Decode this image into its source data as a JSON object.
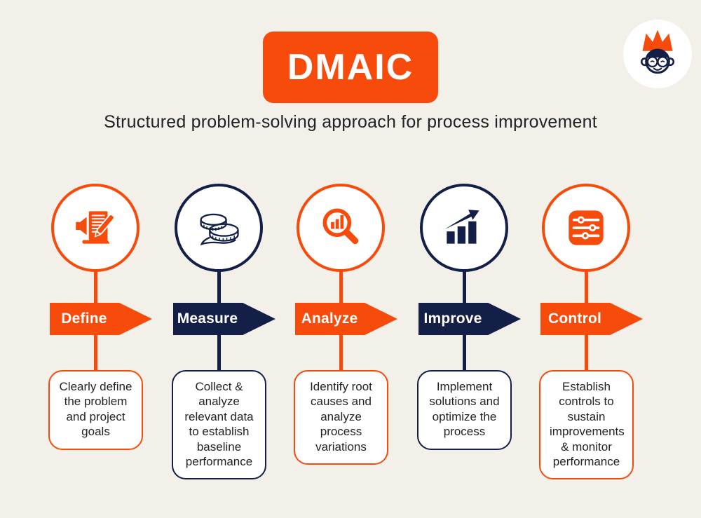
{
  "header": {
    "title": "DMAIC",
    "subtitle": "Structured problem-solving approach for process improvement"
  },
  "logo": {
    "name": "mascot-crown-logo"
  },
  "colors": {
    "orange": "#f74b0c",
    "navy": "#131f46",
    "background": "#f2f0e8",
    "text": "#222326",
    "white": "#ffffff"
  },
  "steps": [
    {
      "label": "Define",
      "description": "Clearly define the problem and project goals",
      "theme": "orange",
      "icon": "document-pen-announcement-icon"
    },
    {
      "label": "Measure",
      "description": "Collect & analyze relevant data to establish baseline performance",
      "theme": "navy",
      "icon": "tape-measure-icon"
    },
    {
      "label": "Analyze",
      "description": "Identify root causes and analyze process variations",
      "theme": "orange",
      "icon": "magnifier-bar-chart-icon"
    },
    {
      "label": "Improve",
      "description": "Implement solutions and optimize the process",
      "theme": "navy",
      "icon": "growth-chart-arrow-icon"
    },
    {
      "label": "Control",
      "description": "Establish controls to sustain improvements & monitor performance",
      "theme": "orange",
      "icon": "sliders-icon"
    }
  ]
}
